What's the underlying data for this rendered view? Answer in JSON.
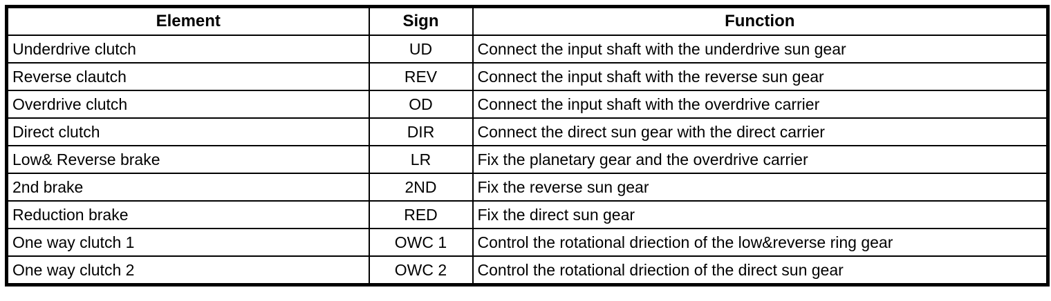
{
  "colors": {
    "border": "#000000",
    "background": "#ffffff",
    "text": "#000000"
  },
  "table": {
    "headers": {
      "element": "Element",
      "sign": "Sign",
      "function": "Function"
    },
    "rows": [
      {
        "element": "Underdrive clutch",
        "sign": "UD",
        "function": "Connect the input shaft with the underdrive sun gear"
      },
      {
        "element": "Reverse clautch",
        "sign": "REV",
        "function": "Connect the input shaft with the reverse sun gear"
      },
      {
        "element": "Overdrive clutch",
        "sign": "OD",
        "function": "Connect the input shaft with the overdrive carrier"
      },
      {
        "element": "Direct clutch",
        "sign": "DIR",
        "function": "Connect the direct sun gear with the direct carrier"
      },
      {
        "element": "Low& Reverse brake",
        "sign": "LR",
        "function": "Fix the planetary gear and the overdrive carrier"
      },
      {
        "element": "2nd brake",
        "sign": "2ND",
        "function": "Fix the reverse sun gear"
      },
      {
        "element": "Reduction brake",
        "sign": "RED",
        "function": "Fix the direct sun gear"
      },
      {
        "element": "One way clutch 1",
        "sign": "OWC 1",
        "function": "Control the rotational driection of the low&reverse ring gear"
      },
      {
        "element": "One way clutch 2",
        "sign": "OWC 2",
        "function": "Control the rotational driection of the direct sun gear"
      }
    ]
  }
}
